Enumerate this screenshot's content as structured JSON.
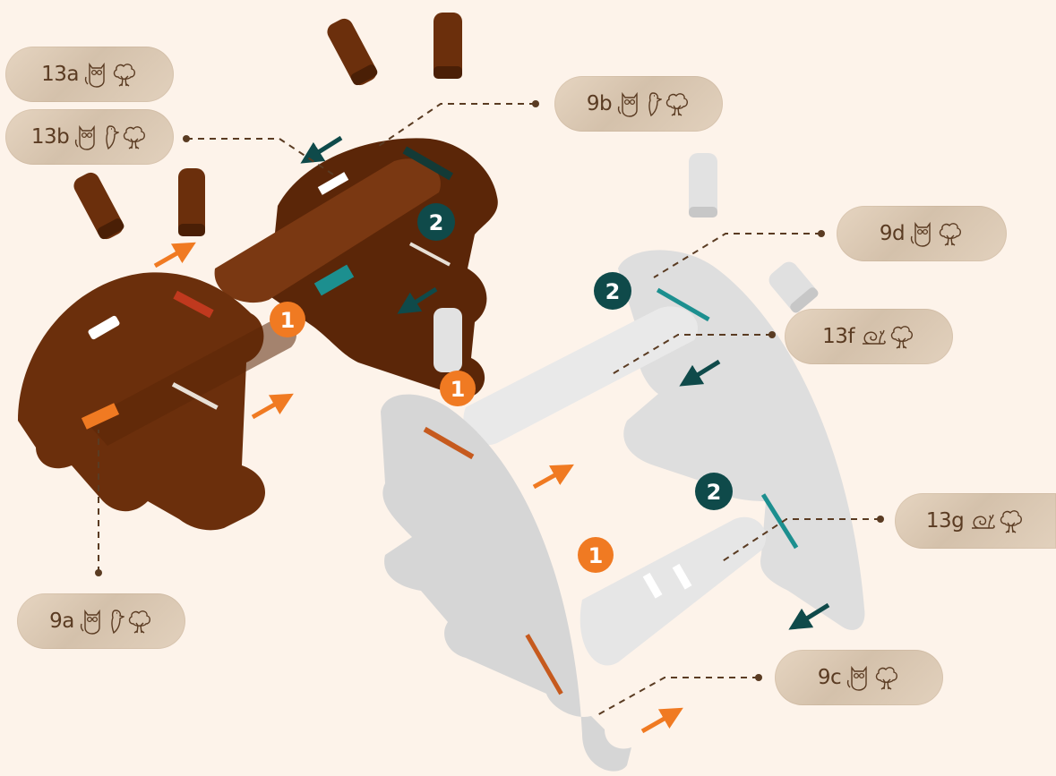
{
  "colors": {
    "background": "#fdf3ea",
    "wood_dark": "#6b2f0c",
    "wood_dark_shade": "#4a1f06",
    "part_light": "#d9d9d9",
    "part_light_shade": "#bdbdbd",
    "step1_accent": "#f07a22",
    "step2_accent": "#0f4a4a",
    "slot_teal": "#1c8f8f",
    "slot_orange": "#c65a1e",
    "label_text": "#5a3b22",
    "leader_line": "#5a3b22"
  },
  "labels": [
    {
      "code": "13a",
      "icons": [
        "owl-icon",
        "tree-icon"
      ]
    },
    {
      "code": "13b",
      "icons": [
        "owl-icon",
        "woodpecker-icon",
        "tree-icon"
      ]
    },
    {
      "code": "9b",
      "icons": [
        "owl-icon",
        "woodpecker-icon",
        "tree-icon"
      ]
    },
    {
      "code": "9d",
      "icons": [
        "owl-icon",
        "tree-icon"
      ]
    },
    {
      "code": "13f",
      "icons": [
        "snail-icon",
        "tree-icon"
      ]
    },
    {
      "code": "13g",
      "icons": [
        "snail-icon",
        "tree-icon"
      ]
    },
    {
      "code": "9a",
      "icons": [
        "owl-icon",
        "woodpecker-icon",
        "tree-icon"
      ]
    },
    {
      "code": "9c",
      "icons": [
        "owl-icon",
        "tree-icon"
      ]
    }
  ],
  "steps": {
    "step1": "1",
    "step2": "2"
  }
}
